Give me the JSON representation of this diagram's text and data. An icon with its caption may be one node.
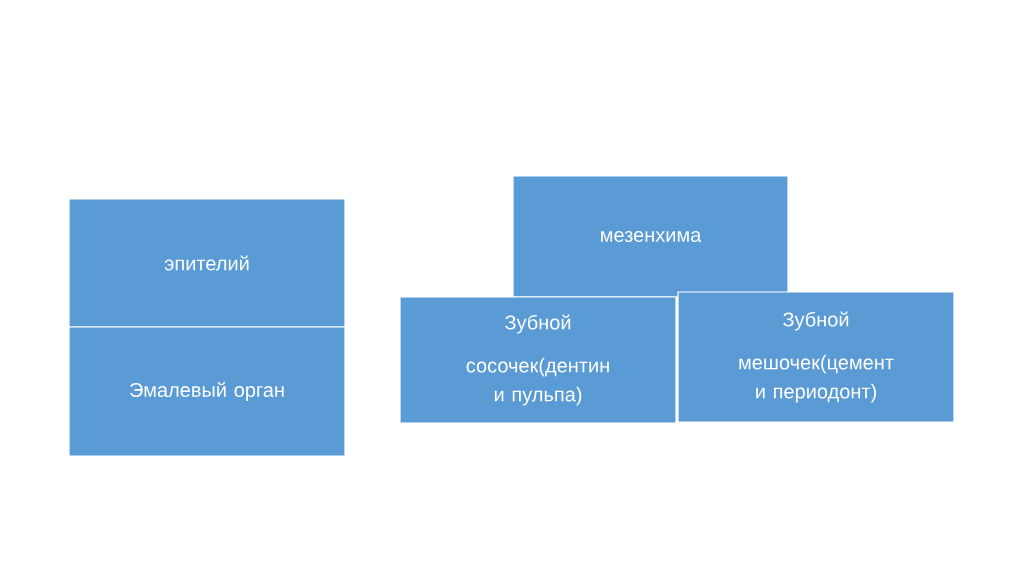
{
  "diagram": {
    "nodes": [
      {
        "text": [
          "эпителий"
        ]
      },
      {
        "text": [
          "Эмалевый орган"
        ]
      },
      {
        "text": [
          "мезенхима"
        ]
      },
      {
        "text": [
          "Зубной",
          "сосочек(дентин и пульпа)"
        ]
      },
      {
        "text": [
          "Зубной",
          "мешочек(цемент и периодонт)"
        ]
      }
    ]
  }
}
